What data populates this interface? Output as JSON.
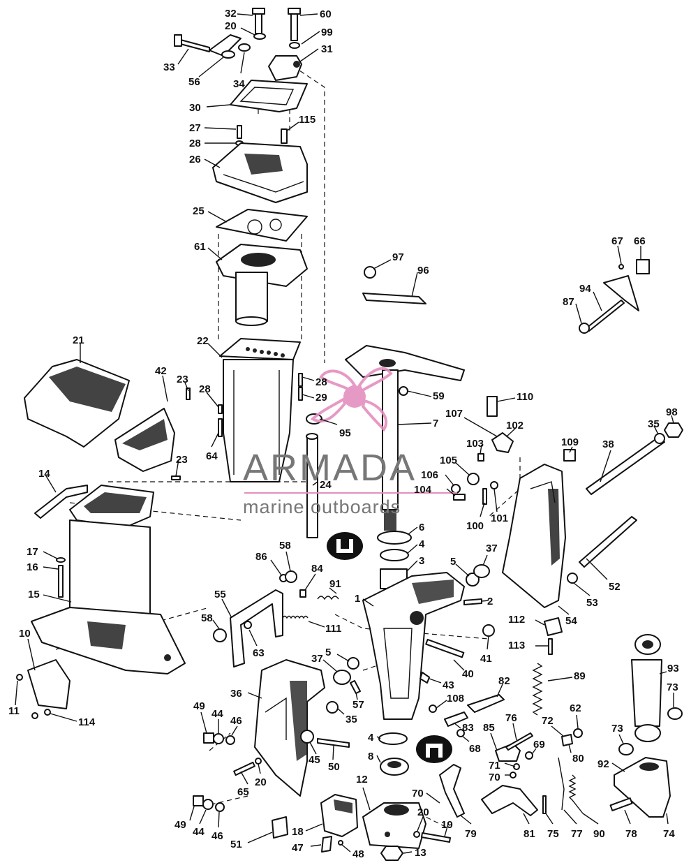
{
  "watermark": {
    "brand": "ARMADA",
    "tagline": "marine outboards",
    "accent_color": "#e58fbf",
    "text_color": "#777777"
  },
  "labels": {
    "l32": "32",
    "l60": "60",
    "l20a": "20",
    "l99": "99",
    "l33": "33",
    "l31": "31",
    "l56": "56",
    "l34": "34",
    "l30": "30",
    "l27": "27",
    "l115": "115",
    "l28a": "28",
    "l26": "26",
    "l25": "25",
    "l61": "61",
    "l97": "97",
    "l96": "96",
    "l67": "67",
    "l66": "66",
    "l94": "94",
    "l87": "87",
    "l21": "21",
    "l22": "22",
    "l42": "42",
    "l23a": "23",
    "l28b": "28",
    "l28c": "28",
    "l29": "29",
    "l59": "59",
    "l110": "110",
    "l7": "7",
    "l107": "107",
    "l102": "102",
    "l109": "109",
    "l38": "38",
    "l35a": "35",
    "l98": "98",
    "l64": "64",
    "l95": "95",
    "l23b": "23",
    "l103": "103",
    "l105": "105",
    "l106": "106",
    "l104": "104",
    "l100": "100",
    "l101": "101",
    "l14": "14",
    "l24": "24",
    "l6": "6",
    "l4a": "4",
    "l3": "3",
    "l37a": "37",
    "l5a": "5",
    "l17": "17",
    "l16": "16",
    "l86": "86",
    "l58a": "58",
    "l84": "84",
    "l91": "91",
    "l15": "15",
    "l55": "55",
    "l1": "1",
    "l2": "2",
    "l52": "52",
    "l53": "53",
    "l54": "54",
    "l58b": "58",
    "l111": "111",
    "l63": "63",
    "l10": "10",
    "l112": "112",
    "l41": "41",
    "l113": "113",
    "l5b": "5",
    "l37b": "37",
    "l40": "40",
    "l93": "93",
    "l89": "89",
    "l36": "36",
    "l43": "43",
    "l82": "82",
    "l73a": "73",
    "l11": "11",
    "l114": "114",
    "l49a": "49",
    "l44a": "44",
    "l46a": "46",
    "l57": "57",
    "l108": "108",
    "l35b": "35",
    "l62": "62",
    "l76": "76",
    "l83": "83",
    "l72": "72",
    "l85": "85",
    "l73b": "73",
    "l4b": "4",
    "l45": "45",
    "l50": "50",
    "l68": "68",
    "l8": "8",
    "l69": "69",
    "l80": "80",
    "l65": "65",
    "l20b": "20",
    "l71": "71",
    "l70a": "70",
    "l92": "92",
    "l12": "12",
    "l70b": "70",
    "l49b": "49",
    "l44b": "44",
    "l46b": "46",
    "l20c": "20",
    "l19": "19",
    "l79": "79",
    "l81": "81",
    "l75": "75",
    "l77": "77",
    "l90": "90",
    "l78": "78",
    "l74": "74",
    "l18": "18",
    "l51": "51",
    "l47": "47",
    "l48": "48",
    "l13": "13"
  }
}
